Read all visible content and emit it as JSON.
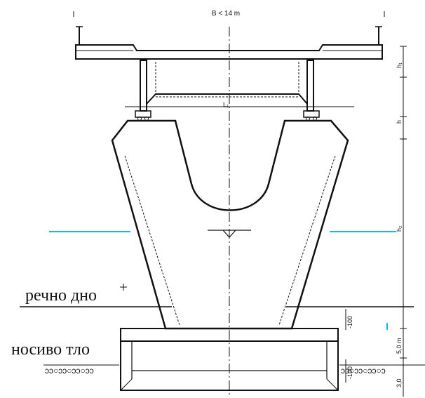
{
  "dimensions": {
    "width_label": "B < 14 m",
    "height_labels": [
      "h₁",
      "h",
      "h₂"
    ],
    "bottom_labels": [
      "-100",
      "5,0 m",
      "-100",
      "3,0"
    ],
    "center_label": "L₁"
  },
  "labels": {
    "riverbed": "речно дно",
    "bearing_soil": "носиво тло"
  },
  "colors": {
    "water_level": "#19b6ea",
    "line": "#111111",
    "background": "#ffffff"
  }
}
